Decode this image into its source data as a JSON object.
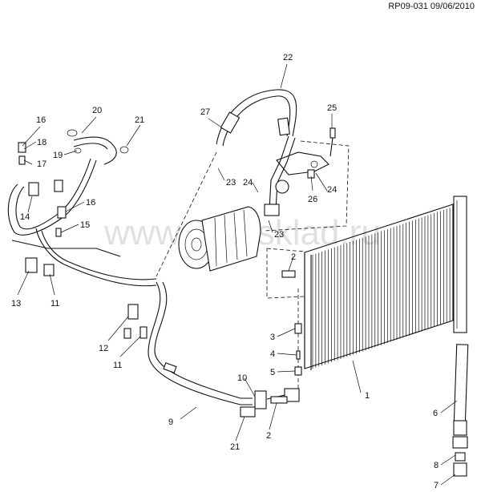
{
  "header": {
    "ref": "RP09-031 09/06/2010"
  },
  "watermark": {
    "text": "www.autosklad.ru"
  },
  "callouts": [
    {
      "label": "22"
    },
    {
      "label": "27"
    },
    {
      "label": "25"
    },
    {
      "label": "20"
    },
    {
      "label": "16"
    },
    {
      "label": "21"
    },
    {
      "label": "18"
    },
    {
      "label": "19"
    },
    {
      "label": "17"
    },
    {
      "label": "23"
    },
    {
      "label": "24"
    },
    {
      "label": "24"
    },
    {
      "label": "26"
    },
    {
      "label": "16"
    },
    {
      "label": "14"
    },
    {
      "label": "15"
    },
    {
      "label": "23"
    },
    {
      "label": "2"
    },
    {
      "label": "13"
    },
    {
      "label": "11"
    },
    {
      "label": "12"
    },
    {
      "label": "3"
    },
    {
      "label": "4"
    },
    {
      "label": "11"
    },
    {
      "label": "5"
    },
    {
      "label": "10"
    },
    {
      "label": "1"
    },
    {
      "label": "9"
    },
    {
      "label": "6"
    },
    {
      "label": "2"
    },
    {
      "label": "21"
    },
    {
      "label": "8"
    },
    {
      "label": "7"
    }
  ],
  "colors": {
    "ink": "#111111",
    "watermark": "#c8c8c8"
  }
}
